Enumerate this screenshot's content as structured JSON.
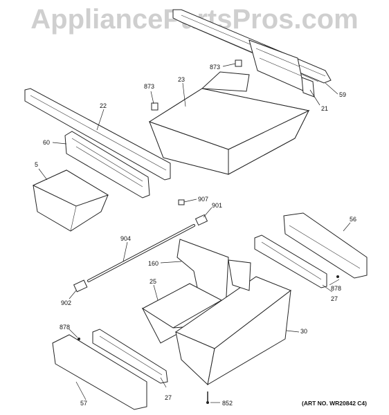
{
  "watermark": "AppliancePartsPros.com",
  "art_number": "(ART NO. WR20842 C4)",
  "callouts": [
    "873",
    "23",
    "59",
    "873",
    "22",
    "21",
    "60",
    "5",
    "907",
    "901",
    "56",
    "904",
    "160",
    "25",
    "878",
    "27",
    "902",
    "30",
    "878",
    "27",
    "57",
    "852"
  ]
}
